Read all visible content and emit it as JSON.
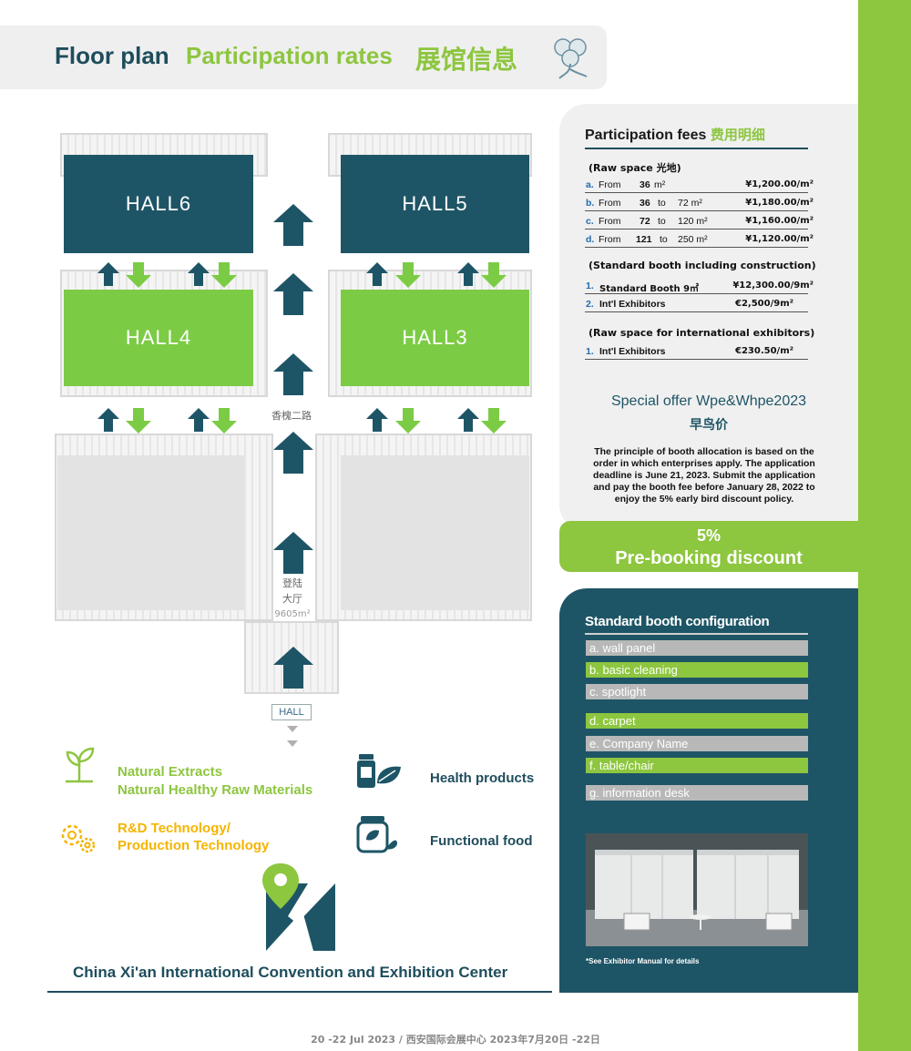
{
  "header": {
    "title_floor": "Floor plan",
    "title_rates": "Participation rates",
    "title_cn": "展馆信息"
  },
  "floorplan": {
    "halls": [
      "HALL6",
      "HALL5",
      "HALL4",
      "HALL3"
    ],
    "road_label": "香槐二路",
    "lobby_label_1": "登陆",
    "lobby_label_2": "大厅",
    "lobby_area": "9605m²",
    "hall_tag": "HALL"
  },
  "fees": {
    "title": "Participation fees",
    "title_cn": "费用明细",
    "raw_space_heading": "(Raw space 光地)",
    "raw_space": [
      {
        "letter": "a.",
        "from": "From",
        "a": "36",
        "to": "",
        "b": "m²",
        "price": "¥1,200.00/m²"
      },
      {
        "letter": "b.",
        "from": "From",
        "a": "36",
        "to": "to",
        "b": "72 m²",
        "price": "¥1,180.00/m²"
      },
      {
        "letter": "c.",
        "from": "From",
        "a": "72",
        "to": "to",
        "b": "120 m²",
        "price": "¥1,160.00/m²"
      },
      {
        "letter": "d.",
        "from": "From",
        "a": "121",
        "to": "to",
        "b": "250 m²",
        "price": "¥1,120.00/m²"
      }
    ],
    "standard_heading": "(Standard booth including construction)",
    "standard": [
      {
        "num": "1.",
        "label": "Standard Booth 9㎡",
        "price": "¥12,300.00/9m²"
      },
      {
        "num": "2.",
        "label": "Int'l Exhibitors",
        "price": "€2,500/9m²"
      }
    ],
    "intl_heading": "(Raw space for international exhibitors)",
    "intl": [
      {
        "num": "1.",
        "label": "Int'l Exhibitors",
        "price": "€230.50/m²"
      }
    ],
    "special_title": "Special offer Wpe&Whpe2023",
    "special_cn": "早鸟价",
    "principle": "The principle of booth allocation is based on the order in which enterprises apply. The application deadline is June 21, 2023. Submit the application and pay the booth fee before January 28, 2022 to enjoy the 5% early bird discount policy."
  },
  "discount": {
    "percent": "5%",
    "label": "Pre-booking discount"
  },
  "config": {
    "title": "Standard booth configuration",
    "items": [
      "a. wall panel",
      "b. basic cleaning",
      "c. spotlight",
      "d. carpet",
      "e. Company Name",
      "f. table/chair",
      "g. information desk"
    ],
    "note": "*See Exhibitor Manual for details"
  },
  "categories": {
    "natural_1": "Natural Extracts",
    "natural_2": "Natural Healthy Raw Materials",
    "rd_1": "R&D Technology/",
    "rd_2": "Production Technology",
    "health": "Health products",
    "functional": "Functional food"
  },
  "venue": "China Xi'an International Convention and Exhibition Center",
  "footer": "20 -22 Jul 2023 / 西安国际会展中心 2023年7月20日 -22日",
  "colors": {
    "brand_green": "#8dc63f",
    "brand_teal": "#1e5566",
    "accent_orange": "#f5b400"
  }
}
